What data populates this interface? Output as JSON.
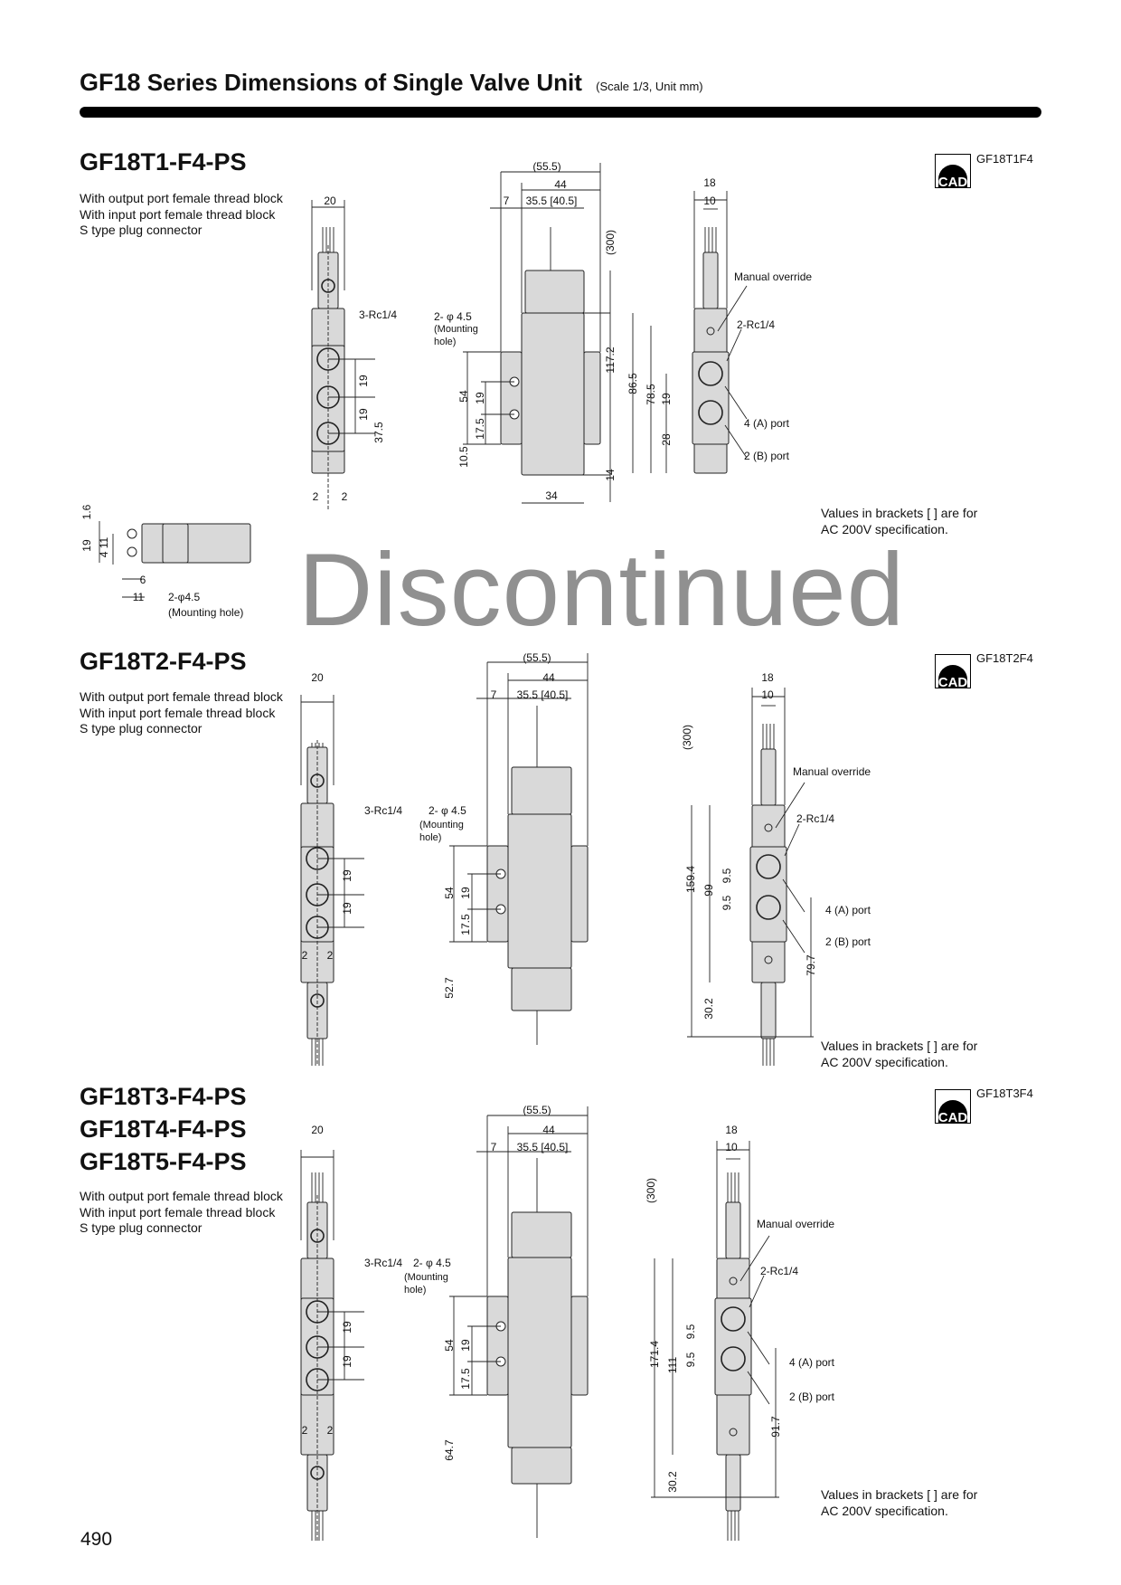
{
  "header": {
    "code": "GF18",
    "title": "Series Dimensions of Single Valve Unit",
    "scale_note": "(Scale 1/3, Unit mm)"
  },
  "watermark": "Discontinued",
  "page_number": "490",
  "sections": [
    {
      "headings": [
        "GF18T1-F4-PS"
      ],
      "description": [
        "With output port female thread block",
        "With input port female thread block",
        "S type plug connector"
      ],
      "cad_label": "GF18T1F4",
      "cad_icon_text": "CAD",
      "note": [
        "Values in brackets [   ] are for",
        "AC 200V specification."
      ],
      "front": [
        "20",
        "3-Rc1/4",
        "19",
        "19",
        "37.5",
        "2",
        "2"
      ],
      "side": [
        "(55.5)",
        "44",
        "7",
        "35.5 [40.5]",
        "(300)",
        "117.2",
        "14",
        "34",
        "54",
        "19",
        "17.5",
        "10.5",
        "2- φ 4.5",
        "(Mounting",
        "hole)"
      ],
      "right": [
        "18",
        "10",
        "Manual override",
        "2-Rc1/4",
        "4 (A) port",
        "2 (B) port",
        "86.5",
        "78.5",
        "19",
        "28"
      ],
      "bottom": [
        "1.6",
        "19",
        "4 11",
        "6",
        "11",
        "2-φ4.5",
        "(Mounting hole)"
      ]
    },
    {
      "headings": [
        "GF18T2-F4-PS"
      ],
      "description": [
        "With output port female thread block",
        "With input port female thread block",
        "S type plug connector"
      ],
      "cad_label": "GF18T2F4",
      "cad_icon_text": "CAD",
      "note": [
        "Values in brackets [   ] are for",
        "AC 200V specification."
      ],
      "front": [
        "20",
        "3-Rc1/4",
        "19",
        "19",
        "2",
        "2"
      ],
      "side": [
        "(55.5)",
        "44",
        "7",
        "35.5 [40.5]",
        "2- φ 4.5",
        "(Mounting",
        "hole)",
        "54",
        "19",
        "17.5",
        "52.7"
      ],
      "right": [
        "18",
        "10",
        "(300)",
        "Manual override",
        "2-Rc1/4",
        "159.4",
        "99",
        "9.5",
        "9.5",
        "4 (A) port",
        "2 (B) port",
        "79.7",
        "30.2"
      ]
    },
    {
      "headings": [
        "GF18T3-F4-PS",
        "GF18T4-F4-PS",
        "GF18T5-F4-PS"
      ],
      "description": [
        "With output port female thread block",
        "With input port female thread block",
        "S type plug connector"
      ],
      "cad_label": "GF18T3F4",
      "cad_icon_text": "CAD",
      "note": [
        "Values in brackets [   ] are for",
        "AC 200V specification."
      ],
      "front": [
        "20",
        "3-Rc1/4",
        "19",
        "19",
        "2",
        "2"
      ],
      "side": [
        "(55.5)",
        "44",
        "7",
        "35.5 [40.5]",
        "2- φ 4.5",
        "(Mounting",
        "hole)",
        "54",
        "19",
        "17.5",
        "64.7"
      ],
      "right": [
        "18",
        "10",
        "(300)",
        "Manual override",
        "2-Rc1/4",
        "171.4",
        "111",
        "9.5",
        "9.5",
        "4 (A) port",
        "2 (B) port",
        "91.7",
        "30.2"
      ]
    }
  ]
}
